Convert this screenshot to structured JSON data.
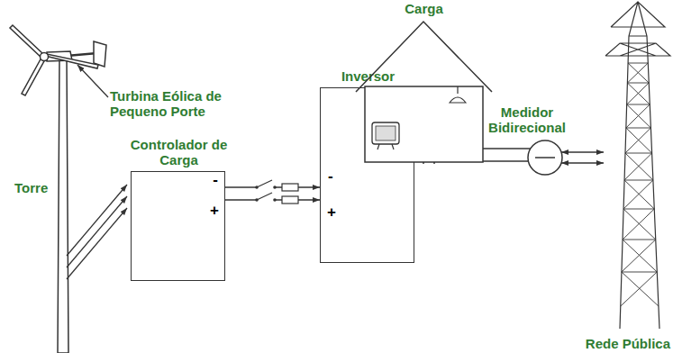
{
  "diagram": {
    "nodes": [
      {
        "text": [
          "Controlador de Carga",
          "-",
          "+"
        ]
      },
      {
        "text": [
          "Inversor",
          "-",
          "+"
        ]
      },
      {
        "text": [
          "Carga"
        ]
      },
      {
        "text": [
          "Medidor Bidirecional"
        ]
      },
      {
        "text": [
          "Rede Pública"
        ]
      }
    ],
    "edges": [
      {
        "from": 0,
        "to": 1,
        "arrow": "to"
      },
      {
        "from": 1,
        "to": 2,
        "arrow": "to"
      },
      {
        "from": 1,
        "to": 3,
        "arrow": "none"
      },
      {
        "from": 3,
        "to": 4,
        "arrow": "both"
      }
    ],
    "labels": [
      "Turbina Eólica de Pequeno Porte",
      "Torre"
    ]
  }
}
